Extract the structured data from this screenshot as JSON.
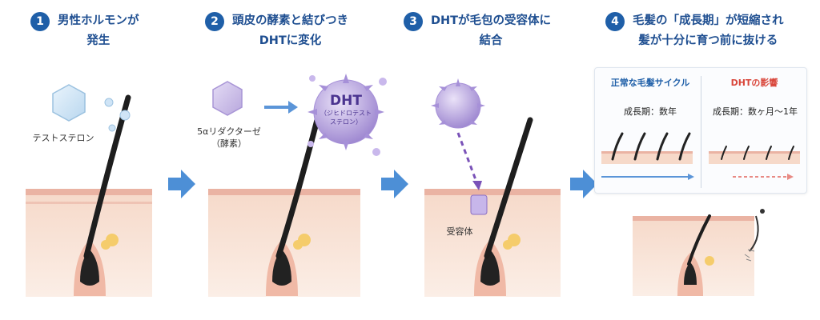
{
  "steps": [
    {
      "num": "1",
      "title_l1": "男性ホルモンが",
      "title_l2": "発生"
    },
    {
      "num": "2",
      "title_l1": "頭皮の酵素と結びつき",
      "title_l2": "DHTに変化"
    },
    {
      "num": "3",
      "title_l1": "DHTが毛包の受容体に",
      "title_l2": "結合"
    },
    {
      "num": "4",
      "title_l1": "毛髪の「成長期」が短縮され",
      "title_l2": "髪が十分に育つ前に抜ける"
    }
  ],
  "labels": {
    "testosterone": "テストステロン",
    "enzyme_l1": "5αリダクターゼ",
    "enzyme_l2": "（酵素）",
    "dht": "DHT",
    "dht_sub_l1": "（ジヒドロテスト",
    "dht_sub_l2": "ステロン）",
    "receptor": "受容体"
  },
  "cycle": {
    "normal_title": "正常な毛髪サイクル",
    "normal_value": "成長期：数年",
    "dht_title": "DHTの影響",
    "dht_value": "成長期：数ヶ月〜1年"
  },
  "colors": {
    "accent_blue": "#1f5fa8",
    "dht_red": "#d9463b",
    "purple": "#8b6fc3",
    "skin": "#f3d3c3"
  }
}
